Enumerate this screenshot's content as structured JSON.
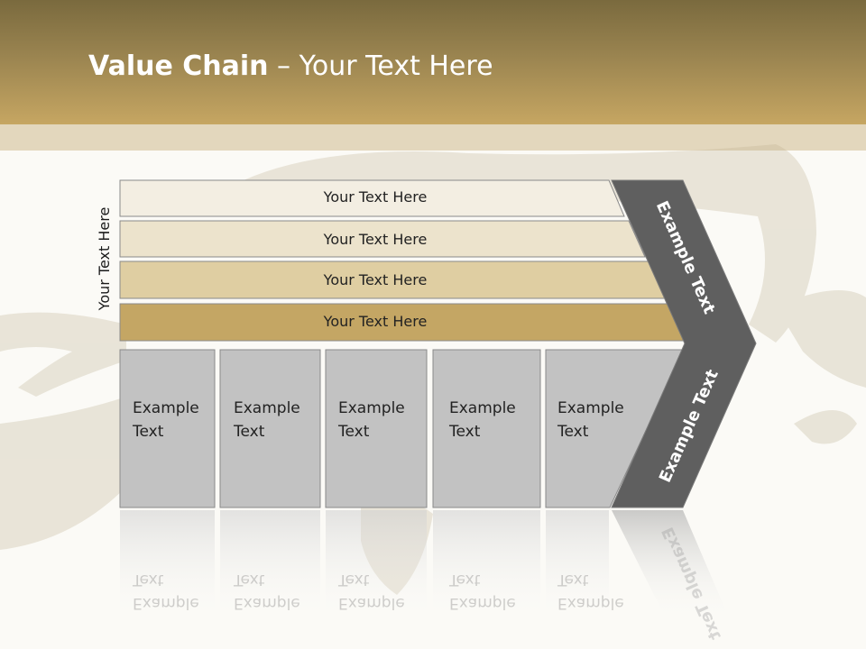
{
  "title": {
    "bold": "Value Chain",
    "rest": " – Your Text Here"
  },
  "vertical_label": "Your Text Here",
  "bars": [
    {
      "label": "Your Text Here"
    },
    {
      "label": "Your Text Here"
    },
    {
      "label": "Your Text Here"
    },
    {
      "label": "Your Text Here"
    }
  ],
  "columns": [
    {
      "line1": "Example",
      "line2": "Text"
    },
    {
      "line1": "Example",
      "line2": "Text"
    },
    {
      "line1": "Example",
      "line2": "Text"
    },
    {
      "line1": "Example",
      "line2": "Text"
    },
    {
      "line1": "Example",
      "line2": "Text"
    }
  ],
  "chevron": {
    "upper_label": "Example Text",
    "lower_label": "Example Text"
  },
  "colors": {
    "header_dark": "#7a6a3e",
    "header_light": "#c6a662",
    "bar_1": "#f3eee2",
    "bar_2": "#ece3cc",
    "bar_3": "#dfcea2",
    "bar_4": "#c4a664",
    "column_fill": "#c2c2c2",
    "chevron_fill": "#5f5f5f"
  }
}
